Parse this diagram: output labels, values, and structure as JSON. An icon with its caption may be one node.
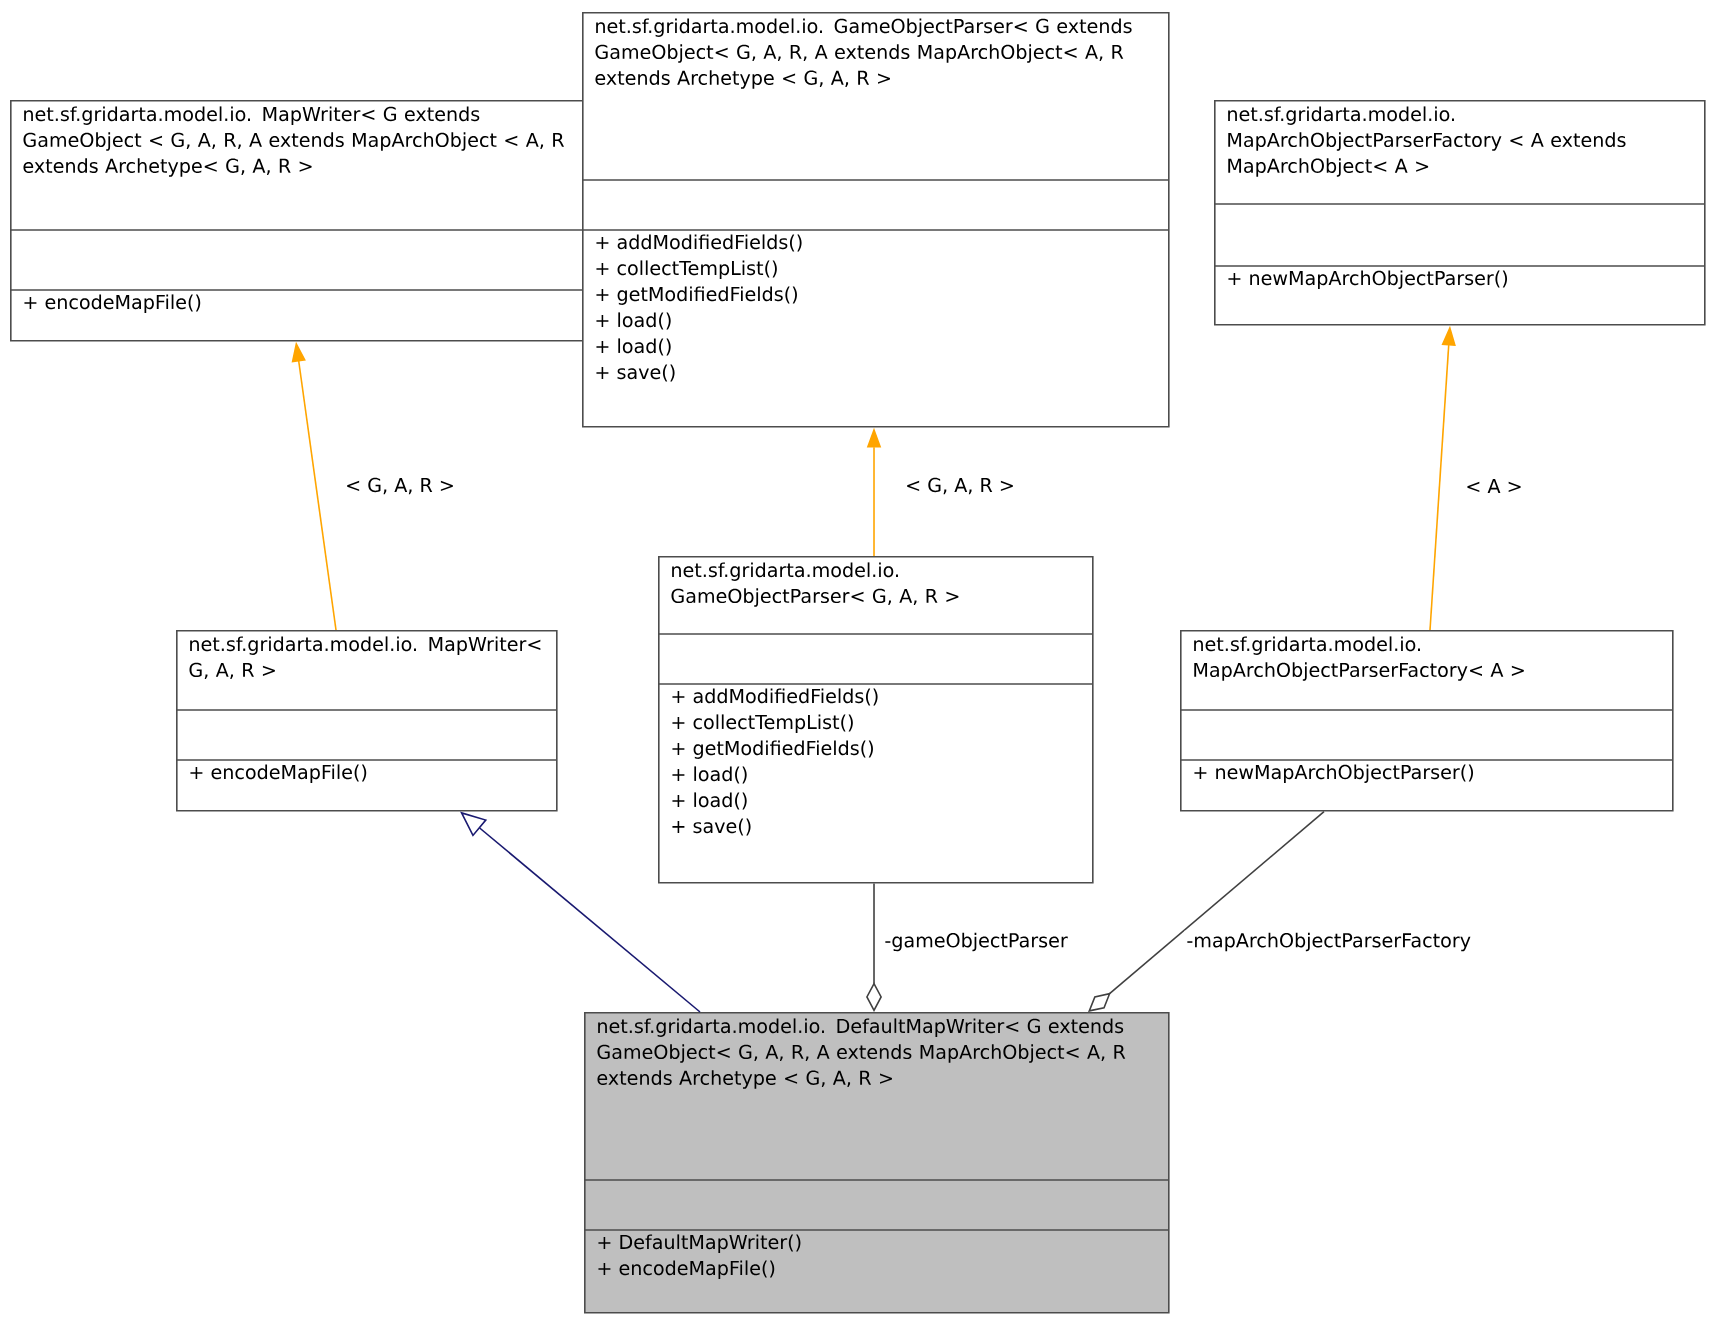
{
  "diagram": {
    "nodes": [
      {
        "text": [
          "net.sf.gridarta.model.io. MapWriter< G extends GameObject < G, A, R, A extends MapArchObject < A, R extends Archetype< G, A, R >",
          "+ encodeMapFile()"
        ]
      },
      {
        "text": [
          "net.sf.gridarta.model.io. GameObjectParser< G extends GameObject< G, A, R, A extends MapArchObject< A, R extends Archetype < G, A, R >",
          "+ addModifiedFields()",
          "+ collectTempList()",
          "+ getModifiedFields()",
          "+ load()",
          "+ load()",
          "+ save()"
        ]
      },
      {
        "text": [
          "net.sf.gridarta.model.io. MapArchObjectParserFactory < A extends MapArchObject< A >",
          "+ newMapArchObjectParser()"
        ]
      },
      {
        "text": [
          "net.sf.gridarta.model.io. MapWriter< G, A, R >",
          "+ encodeMapFile()"
        ]
      },
      {
        "text": [
          "net.sf.gridarta.model.io. GameObjectParser< G, A, R >",
          "+ addModifiedFields()",
          "+ collectTempList()",
          "+ getModifiedFields()",
          "+ load()",
          "+ load()",
          "+ save()"
        ]
      },
      {
        "text": [
          "net.sf.gridarta.model.io. MapArchObjectParserFactory< A >",
          "+ newMapArchObjectParser()"
        ]
      },
      {
        "text": [
          "net.sf.gridarta.model.io. DefaultMapWriter< G extends GameObject< G, A, R, A extends MapArchObject< A, R extends Archetype < G, A, R >",
          "+ DefaultMapWriter()",
          "+ encodeMapFile()"
        ]
      }
    ],
    "edges": [
      {
        "from": 3,
        "to": 0,
        "arrow": "to",
        "label": "< G, A, R >",
        "color": "#ffa500"
      },
      {
        "from": 4,
        "to": 1,
        "arrow": "to",
        "label": "< G, A, R >",
        "color": "#ffa500"
      },
      {
        "from": 5,
        "to": 2,
        "arrow": "to",
        "label": "< A >",
        "color": "#ffa500"
      },
      {
        "from": 6,
        "to": 3,
        "arrow": "to",
        "color": "#191970"
      },
      {
        "from": 4,
        "to": 6,
        "arrow": "other",
        "label": "-gameObjectParser",
        "color": "#404040"
      },
      {
        "from": 5,
        "to": 6,
        "arrow": "other",
        "label": "-mapArchObjectParserFactory",
        "color": "#404040"
      }
    ]
  }
}
